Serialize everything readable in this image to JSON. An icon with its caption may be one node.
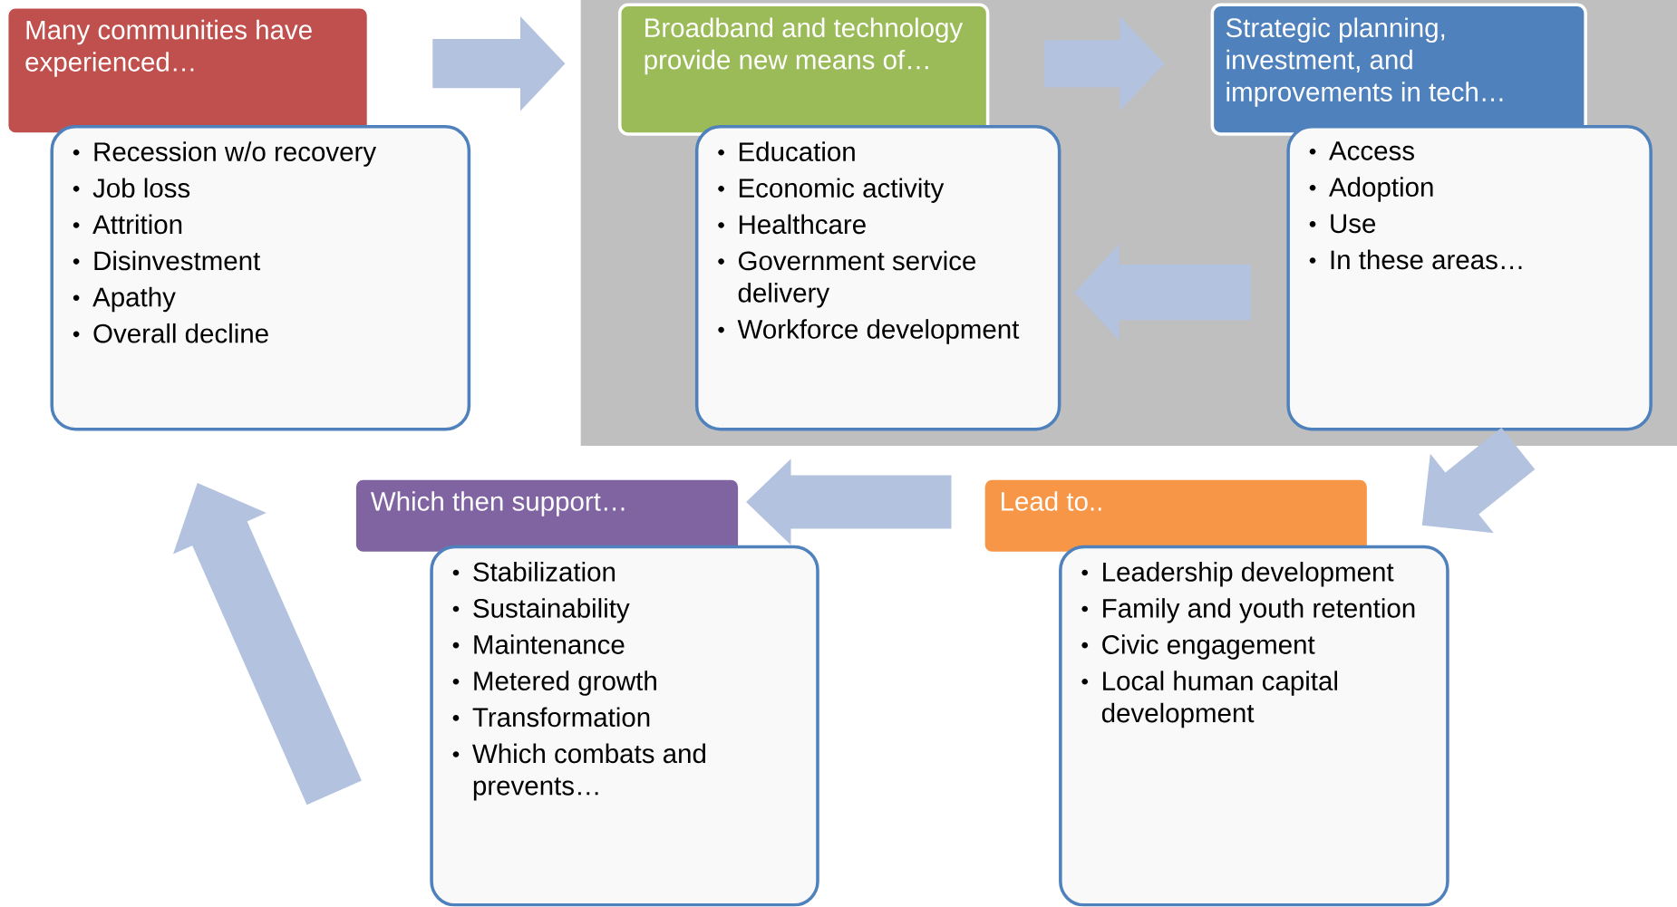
{
  "diagram": {
    "nodes": [
      {
        "text": [
          "Many communities have experienced…"
        ]
      },
      {
        "text": [
          "Recession w/o recovery",
          "Job loss",
          "Attrition",
          "Disinvestment",
          "Apathy",
          "Overall decline"
        ]
      },
      {
        "text": [
          "Broadband and technology provide new means of…"
        ]
      },
      {
        "text": [
          "Education",
          "Economic activity",
          "Healthcare",
          "Government service delivery",
          "Workforce development"
        ]
      },
      {
        "text": [
          "Strategic planning, investment, and improvements in tech…"
        ]
      },
      {
        "text": [
          "Access",
          "Adoption",
          "Use",
          "In these areas…"
        ]
      },
      {
        "text": [
          "Lead to.."
        ]
      },
      {
        "text": [
          "Leadership development",
          "Family and youth retention",
          "Civic engagement",
          "Local human capital development"
        ]
      },
      {
        "text": [
          "Which then support…"
        ]
      },
      {
        "text": [
          "Stabilization",
          "Sustainability",
          "Maintenance",
          "Metered growth",
          "Transformation",
          "Which combats and prevents…"
        ]
      }
    ],
    "edges": [
      {
        "from": 0,
        "to": 2,
        "arrow": "to"
      },
      {
        "from": 2,
        "to": 4,
        "arrow": "to"
      },
      {
        "from": 5,
        "to": 3,
        "arrow": "to"
      },
      {
        "from": 5,
        "to": 7,
        "arrow": "to"
      },
      {
        "from": 6,
        "to": 8,
        "arrow": "to"
      },
      {
        "from": 9,
        "to": 1,
        "arrow": "to"
      }
    ]
  }
}
